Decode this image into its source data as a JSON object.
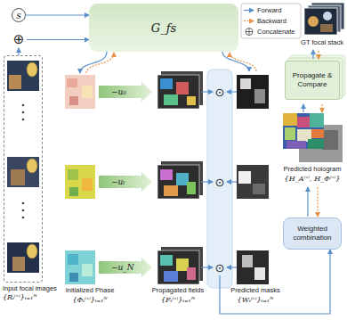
{
  "diagram": {
    "nodes": [
      {
        "text": [
          "s"
        ]
      },
      {
        "text": [
          "⊕"
        ]
      },
      {
        "text": [
          "G_fs"
        ]
      },
      {
        "text": [
          "Propagate & Compare"
        ]
      },
      {
        "text": [
          "Input focal images",
          "{Rₜ⁽ˢ⁾}ₜ₌₁ᴺ"
        ]
      },
      {
        "text": [
          "−u₀"
        ]
      },
      {
        "text": [
          "−uₜ"
        ]
      },
      {
        "text": [
          "−u_N"
        ]
      },
      {
        "text": [
          "⊙"
        ]
      },
      {
        "text": [
          "⊙"
        ]
      },
      {
        "text": [
          "⊙"
        ]
      },
      {
        "text": [
          "Weighted combination"
        ]
      }
    ],
    "edges": [
      {
        "from": 0,
        "to": 2,
        "arrow": "to"
      },
      {
        "from": 1,
        "to": 2,
        "arrow": "to"
      },
      {
        "from": 4,
        "to": 1,
        "arrow": "to"
      },
      {
        "from": 10,
        "to": 11,
        "arrow": "to"
      }
    ],
    "labels": [
      "GT focal stack",
      "Predicted hologram",
      "{H_A⁽ˢ⁾, H_Φ⁽ˢ⁾}",
      "Initialized Phase",
      "{Φₜ⁽ˢ⁾}ₜ₌₁ᴺ",
      "Propagated fields",
      "{Fₜ⁽ˢ⁾}ₜ₌₁ᴺ",
      "Predicted masks",
      "{Wₜ⁽ˢ⁾}ₜ₌₁ᴺ"
    ],
    "legend": [
      {
        "text": "Forward"
      },
      {
        "text": "Backward"
      },
      {
        "text": "Concatenate"
      }
    ]
  }
}
